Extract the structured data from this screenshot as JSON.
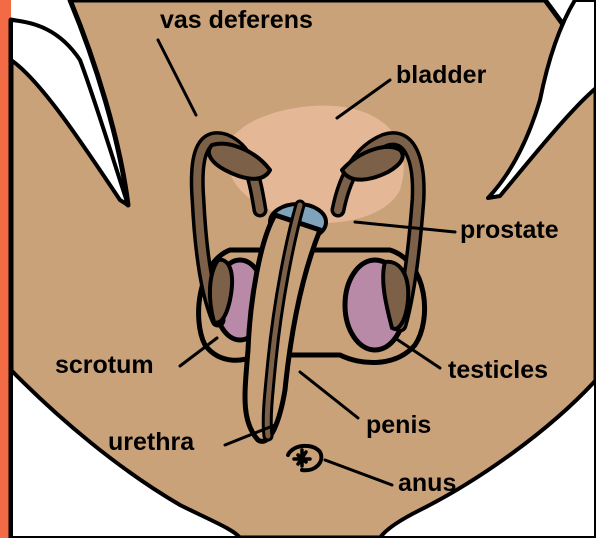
{
  "colors": {
    "skin": "#C9A27A",
    "bladder": "#E4B896",
    "prostate": "#7FA3BB",
    "testicles": "#B98AA8",
    "ducts": "#7C6148",
    "accent_bar": "#F26B45",
    "outline": "#000000"
  },
  "labels": {
    "vas_deferens": "vas deferens",
    "bladder": "bladder",
    "prostate": "prostate",
    "testicles": "testicles",
    "scrotum": "scrotum",
    "penis": "penis",
    "urethra": "urethra",
    "anus": "anus"
  }
}
